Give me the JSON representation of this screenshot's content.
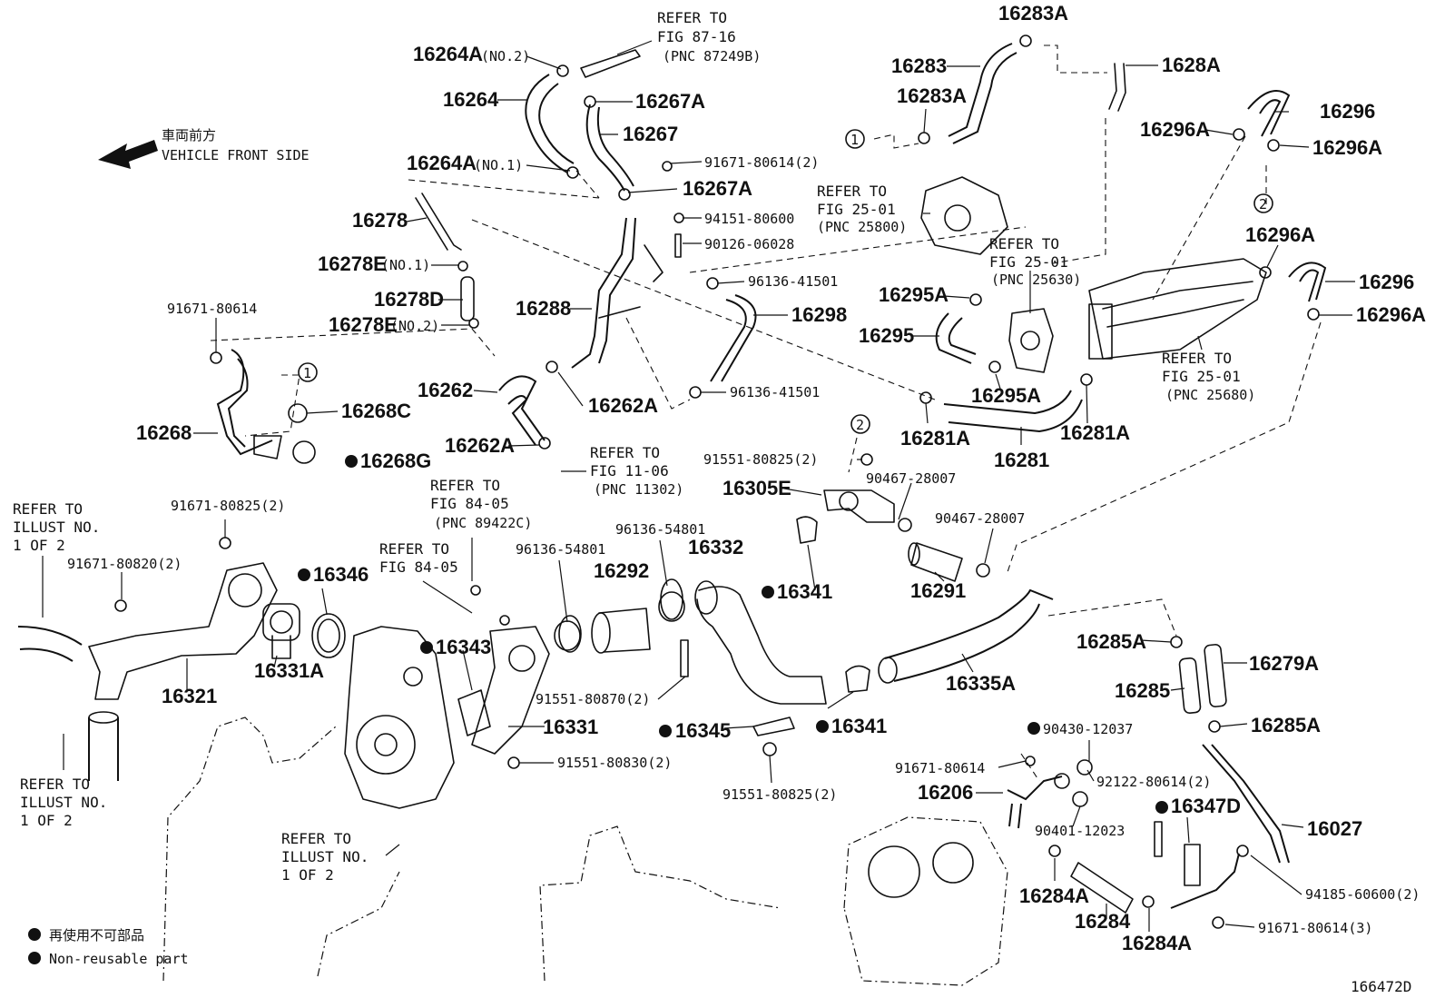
{
  "figure_id": "166472D",
  "direction": {
    "jp": "車両前方",
    "en": "VEHICLE FRONT SIDE"
  },
  "legend": {
    "jp": "再使用不可部品",
    "en": "Non-reusable part"
  },
  "callouts": [
    "1",
    "2"
  ],
  "part_numbers": {
    "p16264A_no2": "16264A",
    "p16264A_no2_sfx": "(NO.2)",
    "p16264": "16264",
    "p16264A_no1": "16264A",
    "p16264A_no1_sfx": "(NO.1)",
    "p16267A_a": "16267A",
    "p16267": "16267",
    "p16267A_b": "16267A",
    "p91671_80614_2": "91671-80614(2)",
    "p94151_80600": "94151-80600",
    "p90126_06028": "90126-06028",
    "p16278": "16278",
    "p16278E_no1": "16278E",
    "p16278E_no1_sfx": "(NO.1)",
    "p16278D": "16278D",
    "p16278E_no2": "16278E",
    "p16278E_no2_sfx": "(NO.2)",
    "p91671_80614_a": "91671-80614",
    "p16268": "16268",
    "p16268C": "16268C",
    "p16268G": "16268G",
    "p16288": "16288",
    "p96136_41501_a": "96136-41501",
    "p16298": "16298",
    "p96136_41501_b": "96136-41501",
    "p16262": "16262",
    "p16262A_a": "16262A",
    "p16262A_b": "16262A",
    "p16283A_a": "16283A",
    "p16283": "16283",
    "p16283A_b": "16283A",
    "p1628A": "1628A",
    "p16296": "16296",
    "p16296A_a": "16296A",
    "p16296A_b": "16296A",
    "p16296A_c": "16296A",
    "p16296_b": "16296",
    "p16296A_d": "16296A",
    "p16295A_a": "16295A",
    "p16295": "16295",
    "p16295A_b": "16295A",
    "p16281A_a": "16281A",
    "p16281": "16281",
    "p16281A_b": "16281A",
    "p91551_80825_2a": "91551-80825(2)",
    "p16305E": "16305E",
    "p90467_28007_a": "90467-28007",
    "p90467_28007_b": "90467-28007",
    "p16291": "16291",
    "p91671_80825_2": "91671-80825(2)",
    "p91671_80820_2": "91671-80820(2)",
    "p16346": "16346",
    "p16321": "16321",
    "p16331A": "16331A",
    "p16343": "16343",
    "p96136_54801_a": "96136-54801",
    "p96136_54801_b": "96136-54801",
    "p16332": "16332",
    "p16292": "16292",
    "p16341_a": "16341",
    "p16341_b": "16341",
    "p16331": "16331",
    "p91551_80870_2": "91551-80870(2)",
    "p16345": "16345",
    "p91551_80830_2": "91551-80830(2)",
    "p91551_80825_2b": "91551-80825(2)",
    "p16335A": "16335A",
    "p16285A_a": "16285A",
    "p16279A": "16279A",
    "p16285": "16285",
    "p16285A_b": "16285A",
    "p90430_12037": "90430-12037",
    "p91671_80614_b": "91671-80614",
    "p92122_80614_2": "92122-80614(2)",
    "p16206": "16206",
    "p16347D": "16347D",
    "p90401_12023": "90401-12023",
    "p16027": "16027",
    "p16284A_a": "16284A",
    "p94185_60600_2": "94185-60600(2)",
    "p16284": "16284",
    "p16284A_b": "16284A",
    "p91671_80614_3": "91671-80614(3)"
  },
  "refs": {
    "r_87_16": [
      "REFER TO",
      "FIG 87-16",
      "(PNC 87249B)"
    ],
    "r_25800": [
      "REFER TO",
      "FIG 25-01",
      "(PNC 25800)"
    ],
    "r_25630": [
      "REFER TO",
      "FIG 25-01",
      "(PNC 25630)"
    ],
    "r_25680": [
      "REFER TO",
      "FIG 25-01",
      "(PNC 25680)"
    ],
    "r_11302": [
      "REFER TO",
      "FIG 11-06",
      "(PNC 11302)"
    ],
    "r_89422": [
      "REFER TO",
      "FIG 84-05",
      "(PNC 89422C)"
    ],
    "r_84_05": [
      "REFER TO",
      "FIG 84-05"
    ],
    "r_illust_a": [
      "REFER TO",
      "ILLUST NO.",
      "1 OF 2"
    ],
    "r_illust_b": [
      "REFER TO",
      "ILLUST NO.",
      "1 OF 2"
    ],
    "r_illust_c": [
      "REFER TO",
      "ILLUST NO.",
      "1 OF 2"
    ]
  },
  "non_reusable_parts": [
    "16268G",
    "16346",
    "16343",
    "16341",
    "16345",
    "90430-12037",
    "16347D"
  ]
}
